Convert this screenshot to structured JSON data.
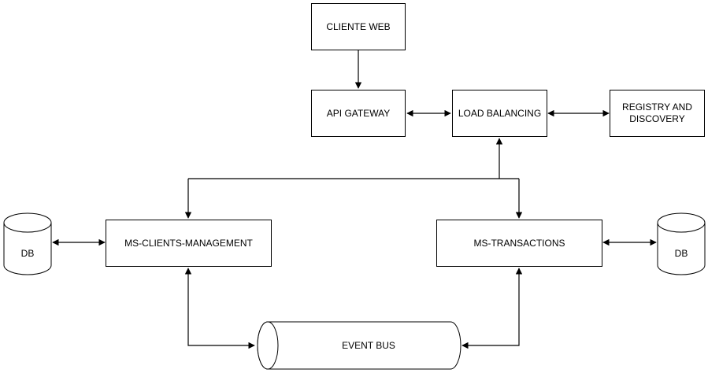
{
  "nodes": {
    "cliente_web": "CLIENTE WEB",
    "api_gateway": "API GATEWAY",
    "load_balancing": "LOAD BALANCING",
    "registry": [
      "REGISTRY AND",
      "DISCOVERY"
    ],
    "ms_clients": "MS-CLIENTS-MANAGEMENT",
    "ms_transactions": "MS-TRANSACTIONS",
    "db_left": "DB",
    "db_right": "DB",
    "event_bus": "EVENT BUS"
  },
  "colors": {
    "stroke": "#000000",
    "fill": "#ffffff"
  }
}
